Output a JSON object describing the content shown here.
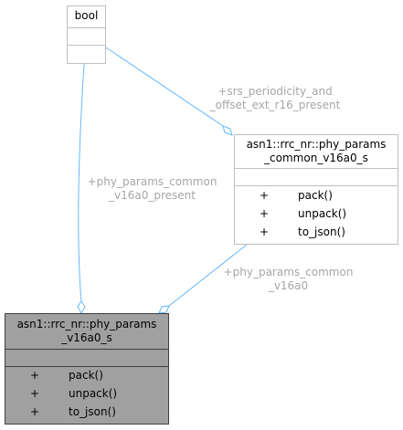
{
  "classes": {
    "bool": {
      "name": "bool"
    },
    "common": {
      "name_line1": "asn1::rrc_nr::phy_params",
      "name_line2": "_common_v16a0_s",
      "ops": [
        {
          "vis": "+",
          "name": "pack()"
        },
        {
          "vis": "+",
          "name": "unpack()"
        },
        {
          "vis": "+",
          "name": "to_json()"
        }
      ]
    },
    "main": {
      "name_line1": "asn1::rrc_nr::phy_params",
      "name_line2": "_v16a0_s",
      "ops": [
        {
          "vis": "+",
          "name": "pack()"
        },
        {
          "vis": "+",
          "name": "unpack()"
        },
        {
          "vis": "+",
          "name": "to_json()"
        }
      ]
    }
  },
  "edges": {
    "srs": {
      "line1": "+srs_periodicity_and",
      "line2": "_offset_ext_r16_present"
    },
    "bool_to_main": {
      "line1": "+phy_params_common",
      "line2": "_v16a0_present"
    },
    "common_to_main": {
      "line1": "+phy_params_common",
      "line2": "_v16a0"
    }
  },
  "colors": {
    "edge": "#63b8ff",
    "label": "#a6a6a6",
    "main_fill": "#a0a0a0",
    "box_border": "#bfbfbf",
    "main_border": "#404040"
  }
}
